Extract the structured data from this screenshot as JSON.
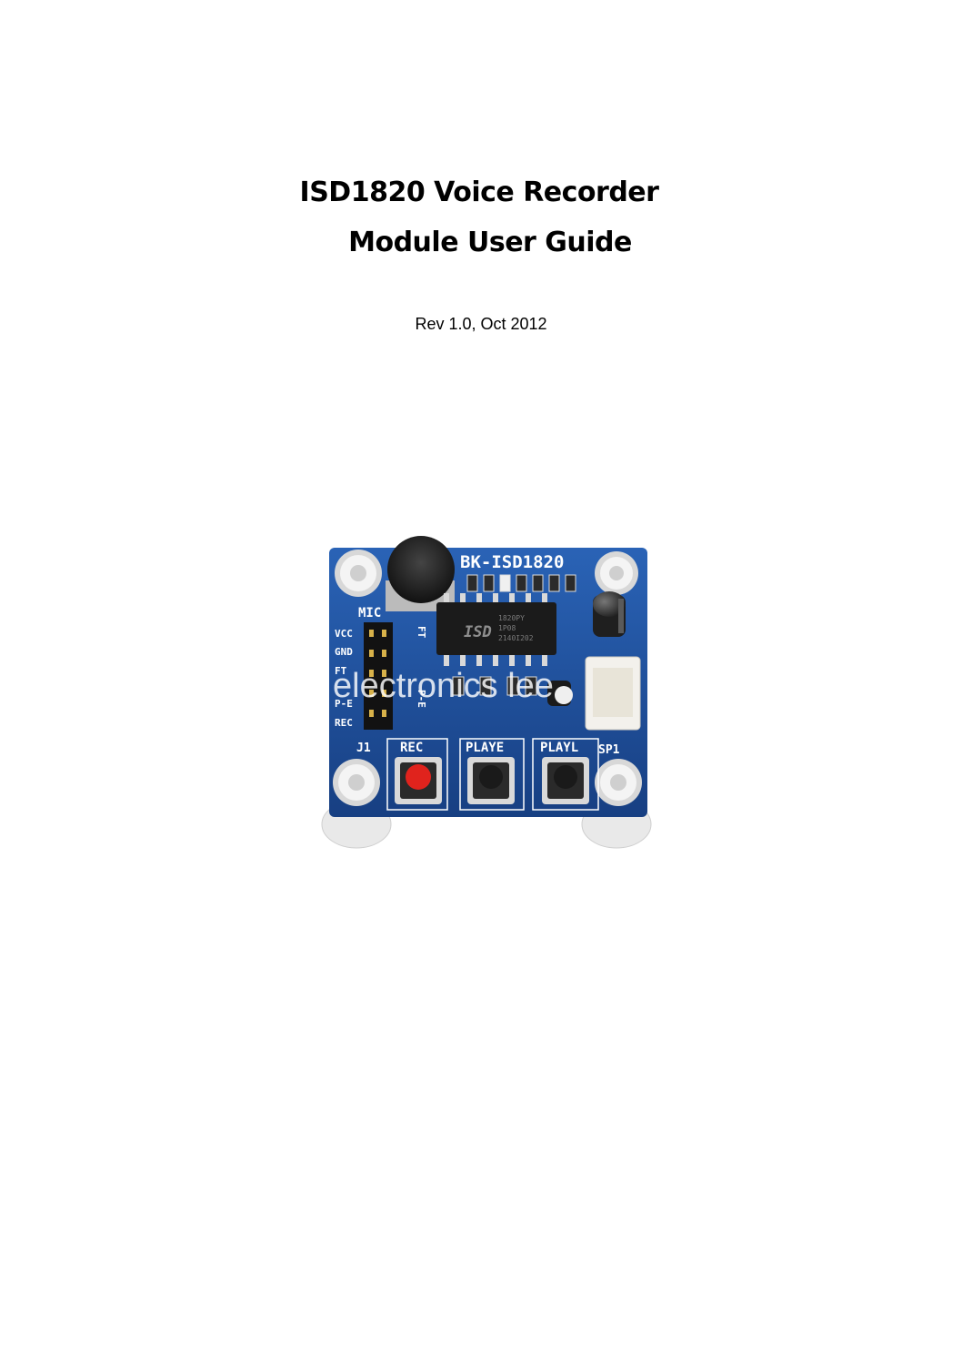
{
  "document": {
    "title_line_1": "ISD1820 Voice Recorder",
    "title_line_2": "Module User Guide",
    "revision": "Rev 1.0, Oct 2012"
  },
  "photo": {
    "description_name": "ISD1820 module board photo",
    "board_label": "BK-ISD1820",
    "mic_label": "MIC",
    "chip_brand": "ISD",
    "chip_code_1": "1820PY",
    "chip_code_2": "1P08",
    "chip_code_3": "2140I202",
    "header_pins": [
      "VCC",
      "GND",
      "FT",
      "P-E",
      "REC"
    ],
    "jumper_labels": [
      "FT",
      "P-E"
    ],
    "j1_label": "J1",
    "sp1_label": "SP1",
    "buttons": [
      "REC",
      "PLAYE",
      "PLAYL"
    ],
    "watermark": "electronics lee",
    "colors": {
      "pcb": "#1c4f9b",
      "rec_button": "#e0231d",
      "play_buttons": "#1a1a1a"
    }
  }
}
